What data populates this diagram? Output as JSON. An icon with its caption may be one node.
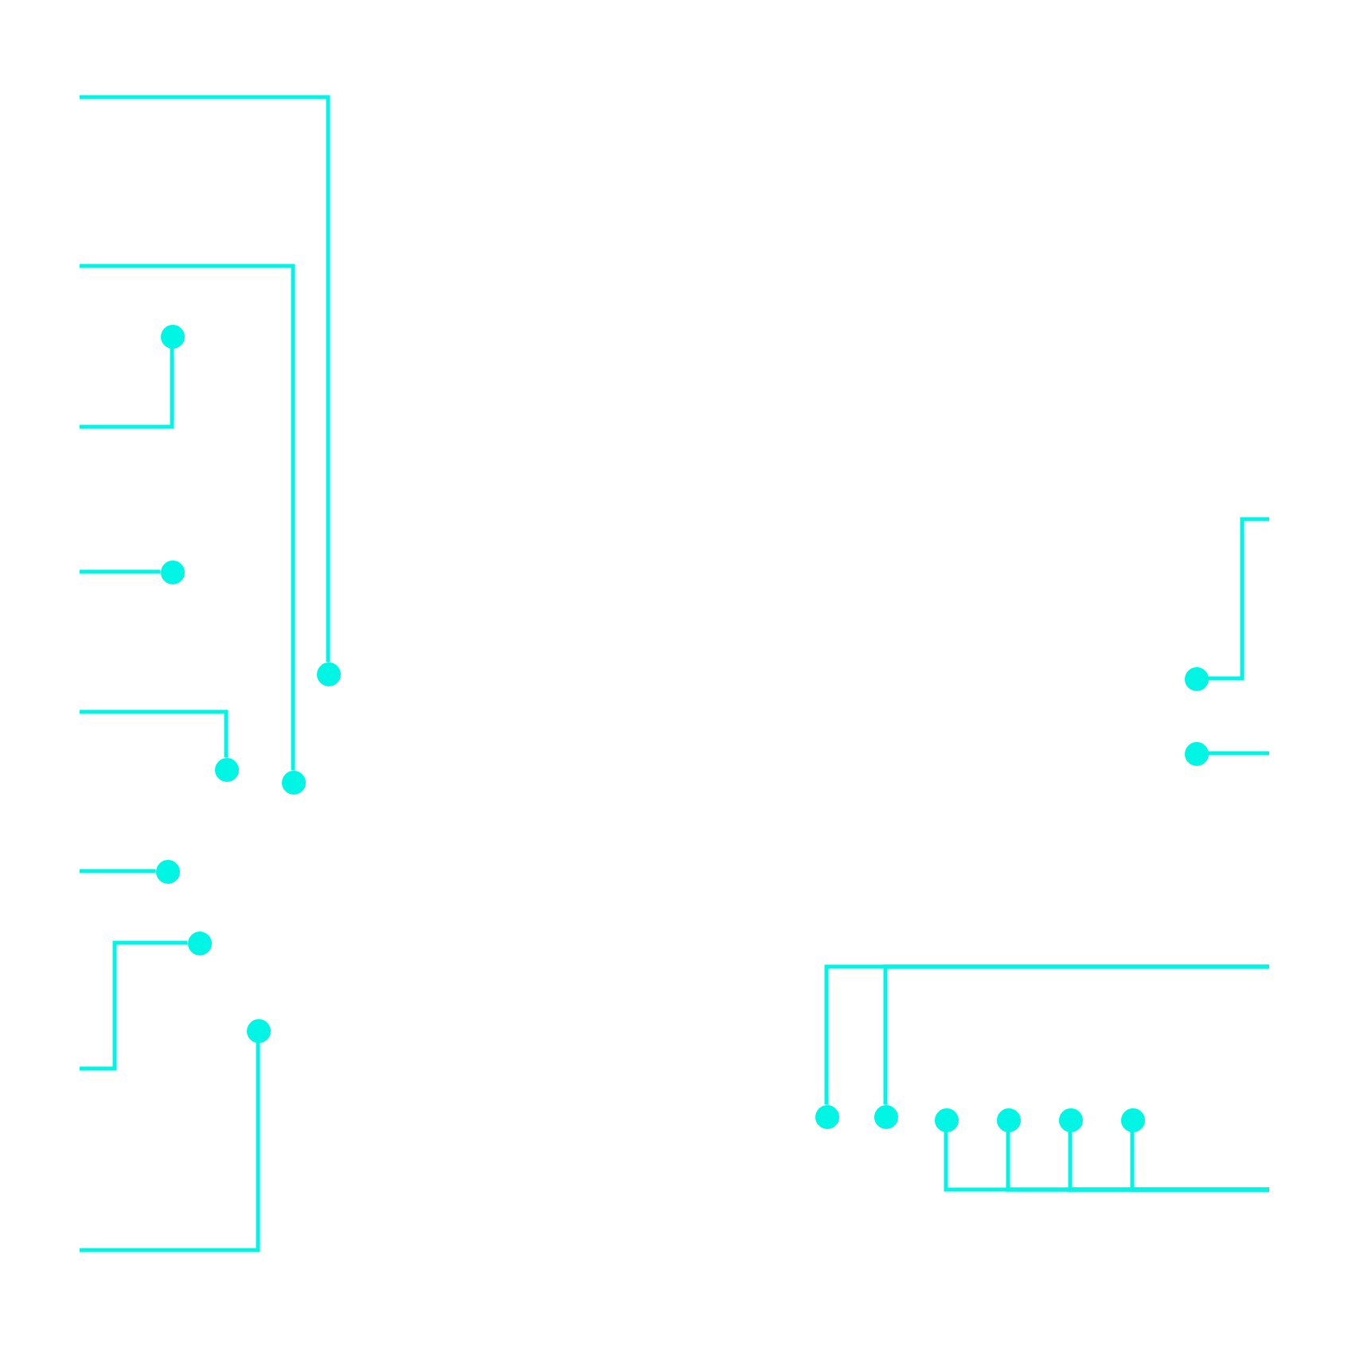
{
  "diagram": {
    "nodes": [
      {
        "text": [],
        "shape": "circle"
      },
      {
        "text": [],
        "shape": "circle"
      },
      {
        "text": [],
        "shape": "circle"
      },
      {
        "text": [],
        "shape": "circle"
      },
      {
        "text": [],
        "shape": "circle"
      },
      {
        "text": [],
        "shape": "circle"
      },
      {
        "text": [],
        "shape": "circle"
      },
      {
        "text": [],
        "shape": "circle"
      },
      {
        "text": [],
        "shape": "circle"
      },
      {
        "text": [],
        "shape": "circle"
      },
      {
        "text": [],
        "shape": "circle"
      },
      {
        "text": [],
        "shape": "circle"
      },
      {
        "text": [],
        "shape": "circle"
      },
      {
        "text": [],
        "shape": "circle"
      },
      {
        "text": [],
        "shape": "circle"
      },
      {
        "text": [],
        "shape": "circle"
      }
    ],
    "edges": [
      {
        "from": null,
        "to": 0,
        "arrow": "none"
      },
      {
        "from": null,
        "to": 1,
        "arrow": "none"
      },
      {
        "from": null,
        "to": 2,
        "arrow": "none"
      },
      {
        "from": null,
        "to": 3,
        "arrow": "none"
      },
      {
        "from": null,
        "to": 4,
        "arrow": "none"
      },
      {
        "from": null,
        "to": 5,
        "arrow": "none"
      },
      {
        "from": null,
        "to": 6,
        "arrow": "none"
      },
      {
        "from": null,
        "to": 7,
        "arrow": "none"
      },
      {
        "from": null,
        "to": 8,
        "arrow": "none"
      },
      {
        "from": null,
        "to": 9,
        "arrow": "none"
      },
      {
        "from": null,
        "to": 10,
        "arrow": "none"
      },
      {
        "from": null,
        "to": 11,
        "arrow": "none"
      },
      {
        "from": null,
        "to": 12,
        "arrow": "none"
      },
      {
        "from": null,
        "to": 13,
        "arrow": "none"
      },
      {
        "from": null,
        "to": 14,
        "arrow": "none"
      },
      {
        "from": null,
        "to": 15,
        "arrow": "none"
      }
    ]
  }
}
